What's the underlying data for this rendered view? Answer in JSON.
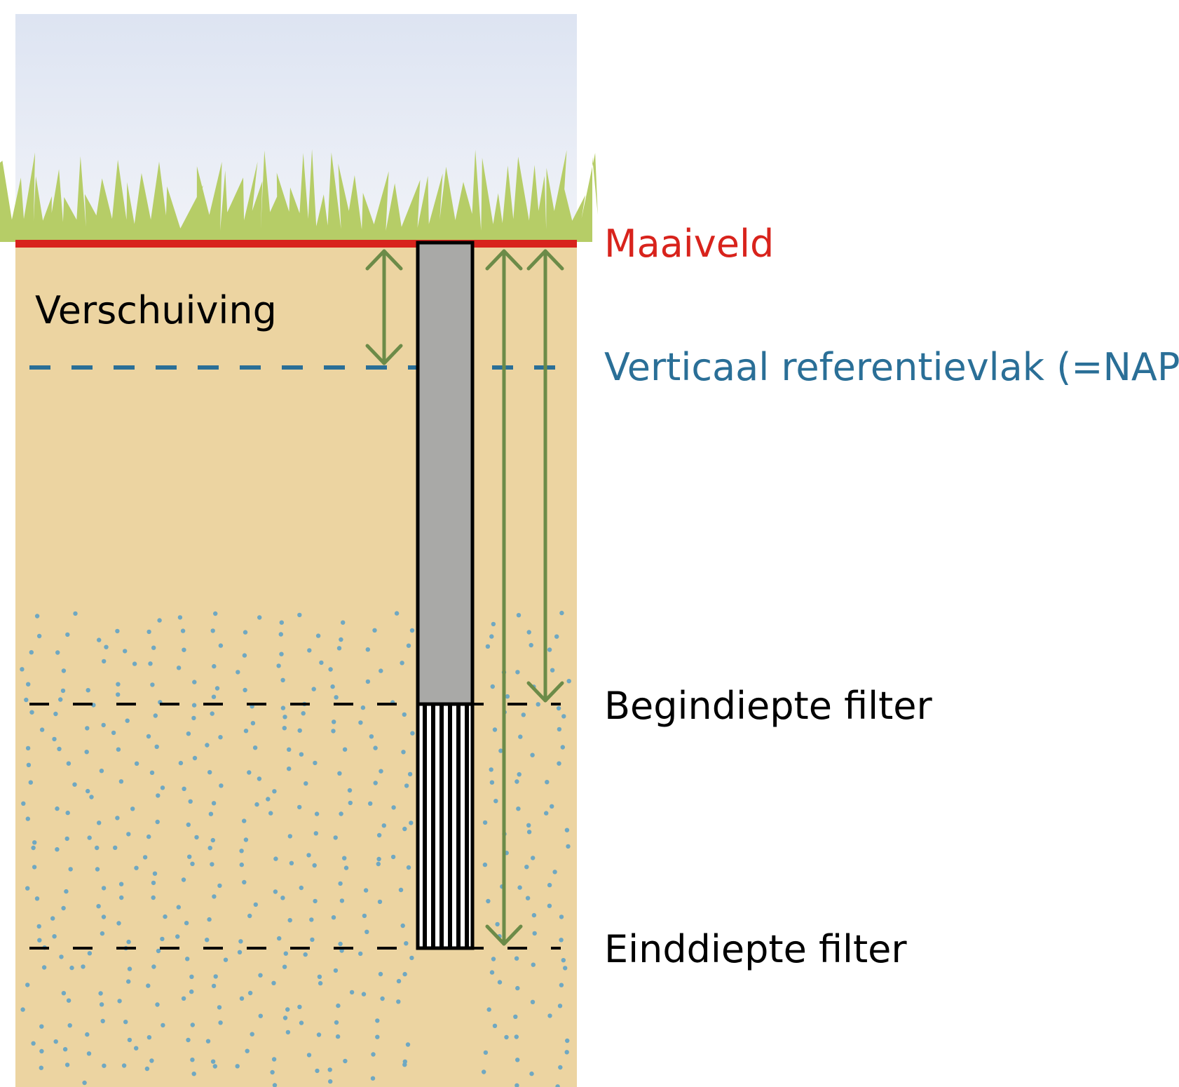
{
  "labels": {
    "maaiveld": "Maaiveld",
    "verschuiving": "Verschuiving",
    "nap": "Verticaal referentievlak (=NAP)",
    "begindiepte": "Begindiepte filter",
    "einddiepte": "Einddiepte filter"
  },
  "colors": {
    "sky_top": "#dde4f2",
    "sky_bottom": "#f1f3f8",
    "grass": "#b6cd67",
    "soil": "#ecd4a1",
    "surface_line": "#d8231c",
    "nap_line": "#2a6f97",
    "arrow": "#6c8b48",
    "pipe": "#a9a9a7",
    "dots": "#6fa8c2",
    "text": "#000000"
  },
  "icons": {
    "grass": "grass-icon",
    "pipe": "well-pipe-icon",
    "filter": "filter-screen-icon"
  }
}
